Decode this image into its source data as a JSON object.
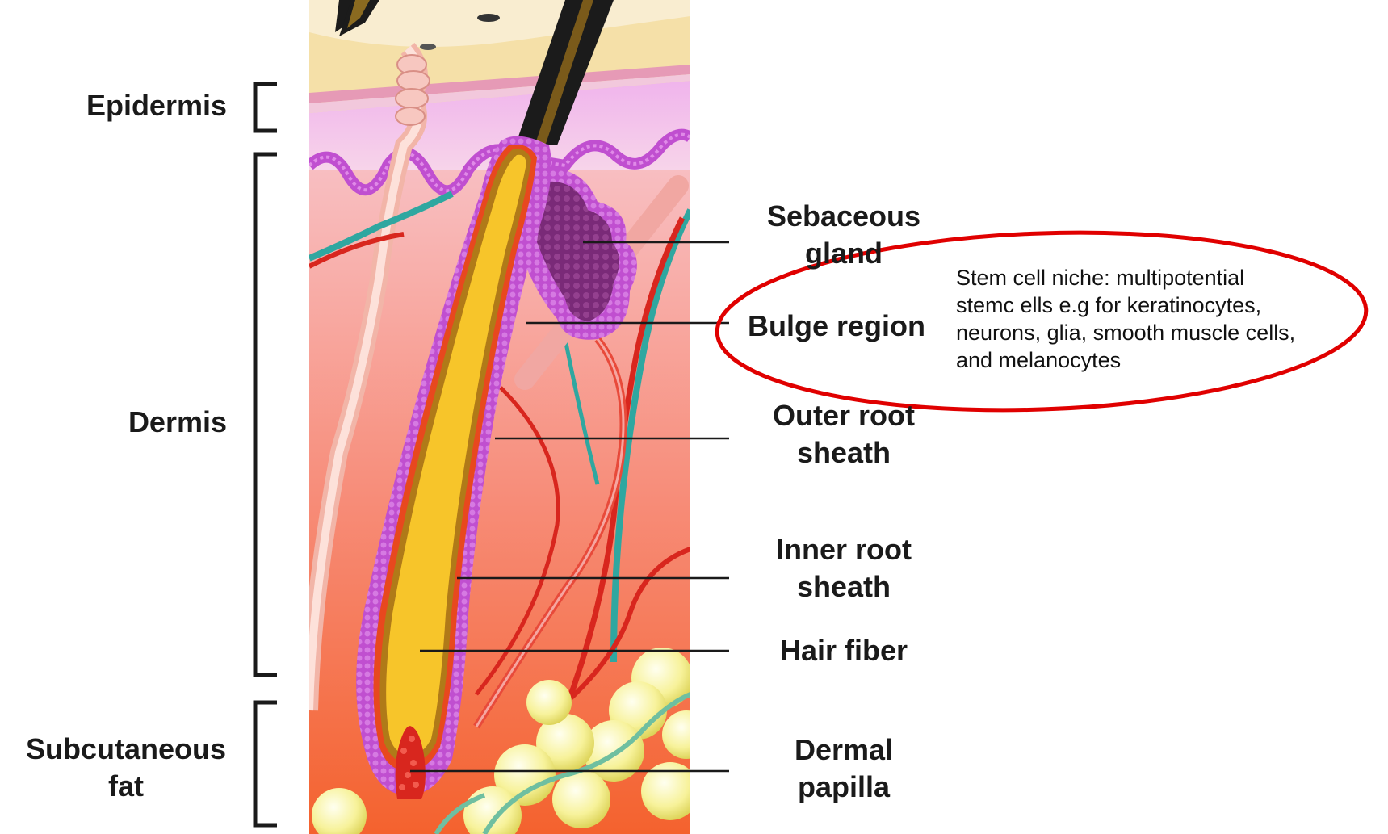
{
  "layers": {
    "epidermis": "Epidermis",
    "dermis": "Dermis",
    "subcutaneous": [
      "Subcutaneous",
      "fat"
    ]
  },
  "structures": {
    "sebaceous_gland": [
      "Sebaceous",
      "gland"
    ],
    "bulge_region": "Bulge region",
    "outer_root_sheath": [
      "Outer root",
      "sheath"
    ],
    "inner_root_sheath": [
      "Inner root",
      "sheath"
    ],
    "hair_fiber": "Hair fiber",
    "dermal_papilla": [
      "Dermal",
      "papilla"
    ]
  },
  "annotation": {
    "lines": [
      "Stem cell niche: multipotential",
      "stemc ells e.g for keratinocytes,",
      "neurons, glia, smooth muscle cells,",
      "and melanocytes"
    ],
    "outline_color": "#e00000"
  },
  "colors": {
    "epidermis": "#f5dcaa",
    "dermis_top": "#f6c8d8",
    "dermis_bottom": "#f46a40",
    "sheath": "#c04fd0",
    "hair": "#f7c52a",
    "fat": "#f7f4a8",
    "vessel_red": "#d8261e",
    "vessel_teal": "#2fa7a0"
  }
}
